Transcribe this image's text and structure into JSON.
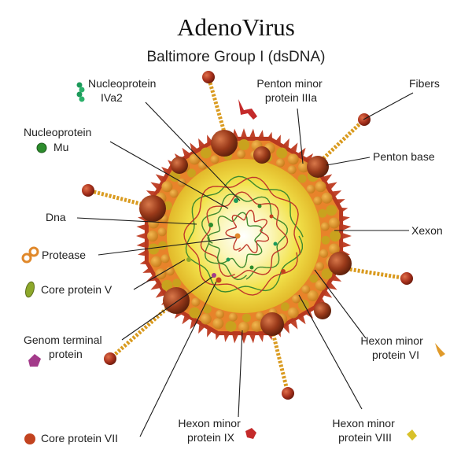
{
  "title": "AdenoVirus",
  "subtitle": "Baltimore Group I (dsDNA)",
  "labels": {
    "nucleoprotein_iva2": [
      "Nucleoprotein",
      "IVa2"
    ],
    "penton_minor_iiia": [
      "Penton minor",
      "protein IIIa"
    ],
    "fibers": "Fibers",
    "nucleoprotein_mu": [
      "Nucleoprotein",
      "Mu"
    ],
    "penton_base": "Penton base",
    "dna": "Dna",
    "xexon": "Xexon",
    "protease": "Protease",
    "core_protein_v": "Core protein V",
    "genom_terminal_protein": [
      "Genom terminal",
      "protein"
    ],
    "hexon_minor_vi": [
      "Hexon minor",
      "protein VI"
    ],
    "core_protein_vii": "Core protein VII",
    "hexon_minor_ix": [
      "Hexon minor",
      "protein IX"
    ],
    "hexon_minor_viii": [
      "Hexon minor",
      "protein VIII"
    ]
  },
  "colors": {
    "capsid_red": "#b8391f",
    "capsid_orange": "#e8832a",
    "core_yellow": "#f2e24a",
    "fiber_gold": "#d99a1e",
    "knob_red": "#a7301c",
    "dna_green": "#3f8a2e",
    "dna_red": "#c0392b",
    "iva2_green": "#1c9a5a",
    "mu_green": "#2c8c2c",
    "protease_orange": "#e0882a",
    "core_v_green": "#8da82a",
    "terminal_purple": "#a33a8a",
    "core_vii_red": "#c2431f",
    "ix_red": "#c42a2a",
    "viii_yellow": "#d8c12a",
    "vi_orange": "#e09a2a"
  },
  "icons": [
    "nucleoprotein-iva2-icon",
    "penton-minor-iiia-icon",
    "nucleoprotein-mu-icon",
    "protease-icon",
    "core-protein-v-icon",
    "genom-terminal-protein-icon",
    "core-protein-vii-icon",
    "hexon-minor-ix-icon",
    "hexon-minor-viii-icon",
    "hexon-minor-vi-icon"
  ]
}
